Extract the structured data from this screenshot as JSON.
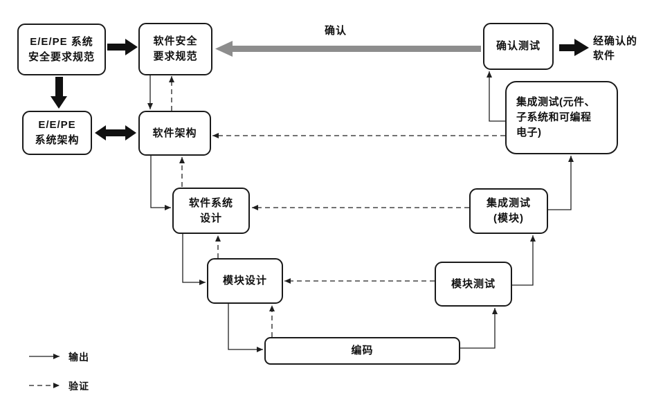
{
  "diagram": {
    "title": "software-safety-v-model",
    "nodes": {
      "eepe_spec": {
        "label": "E/E/PE 系统\n安全要求规范"
      },
      "sw_safety_spec": {
        "label": "软件安全\n要求规范"
      },
      "eepe_arch": {
        "label": "E/E/PE\n系统架构"
      },
      "sw_arch": {
        "label": "软件架构"
      },
      "sw_sys_design": {
        "label": "软件系统\n设计"
      },
      "module_design": {
        "label": "模块设计"
      },
      "coding": {
        "label": "编码"
      },
      "module_test": {
        "label": "模块测试"
      },
      "integration_test_module": {
        "label": "集成测试\n(模块)"
      },
      "integration_test_pe": {
        "label": "集成测试(元件、\n子系统和可编程\n电子)"
      },
      "validation_test": {
        "label": "确认测试"
      },
      "validated_software": {
        "label": "经确认的\n软件"
      }
    },
    "labels": {
      "validation_arrow": "确认"
    },
    "legend": [
      {
        "style": "solid",
        "label": "输出"
      },
      {
        "style": "dashed",
        "label": "验证"
      }
    ],
    "colors": {
      "line": "#1f1f1f",
      "thick_arrow": "#111111",
      "validation_arrow": "#8d8d8d",
      "background": "#ffffff"
    }
  }
}
